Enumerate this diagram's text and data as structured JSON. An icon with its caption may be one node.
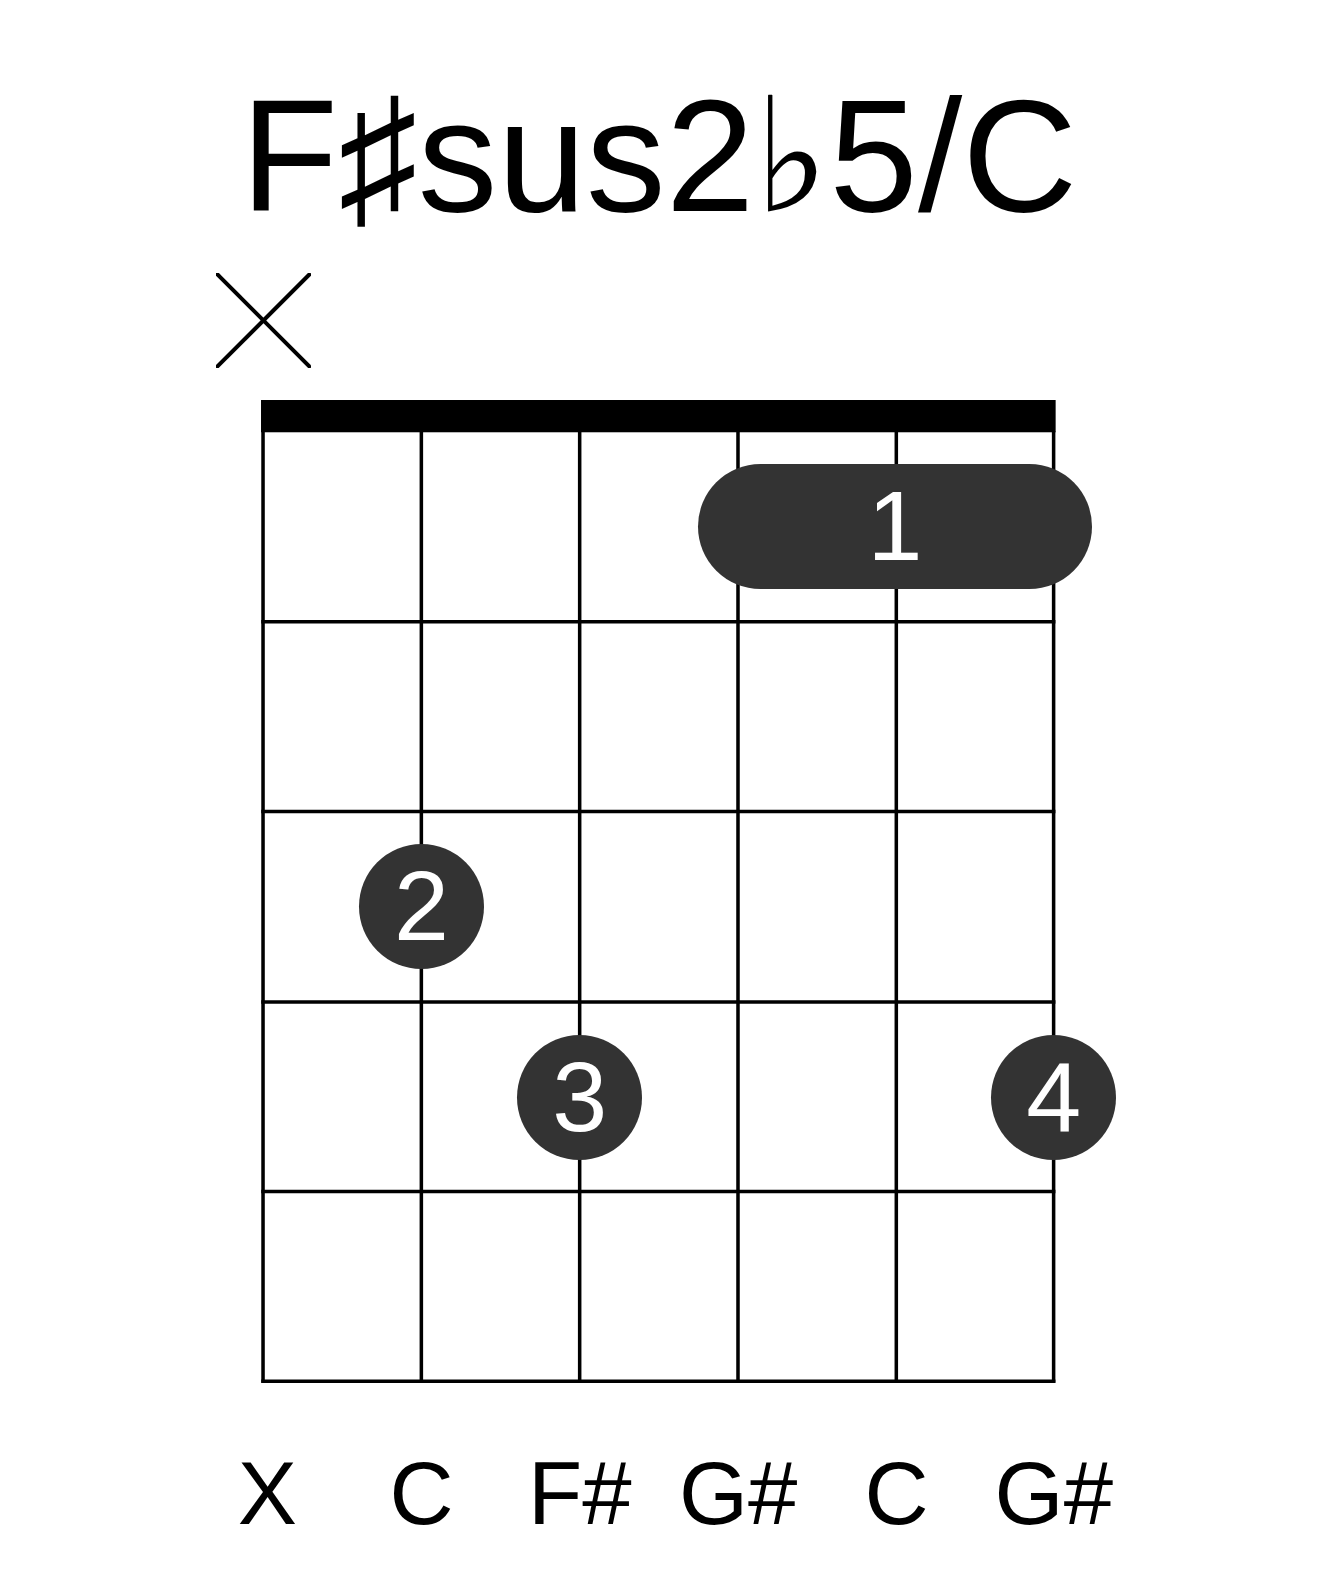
{
  "diagram": {
    "title": "F♯sus2♭5/C",
    "nodes": [
      {
        "text": [
          "1"
        ]
      },
      {
        "text": [
          "2"
        ]
      },
      {
        "text": [
          "3"
        ]
      },
      {
        "text": [
          "4"
        ]
      }
    ],
    "labels": [
      "X",
      "C",
      "F#",
      "G#",
      "C",
      "G#"
    ]
  }
}
